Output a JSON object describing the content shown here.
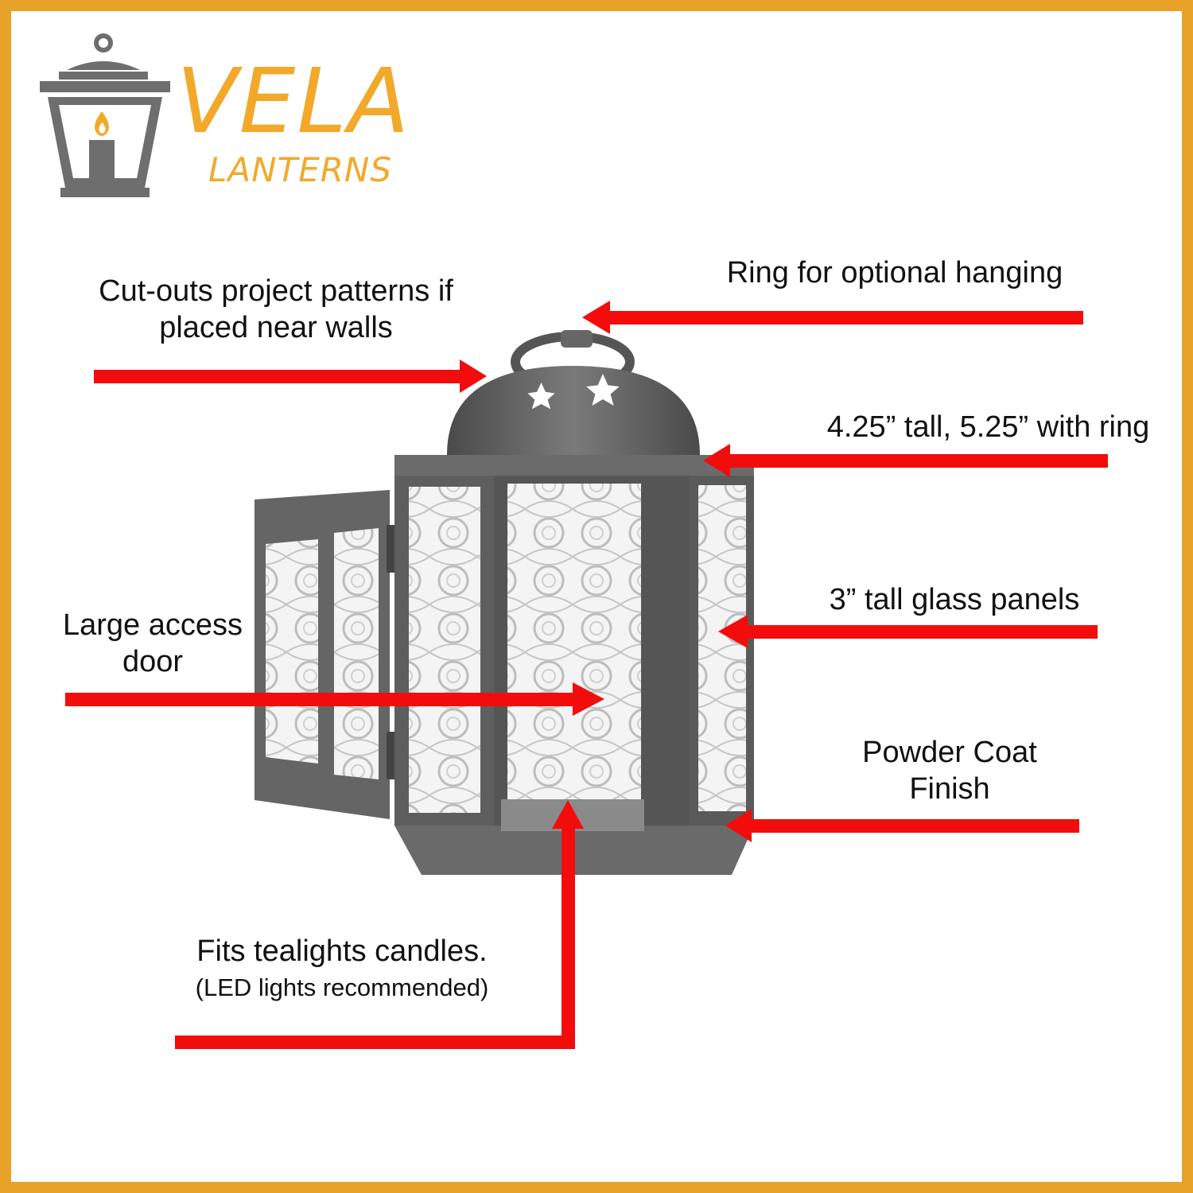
{
  "brand": {
    "name": "VELA",
    "tagline": "LANTERNS",
    "accent_color": "#f2a92b",
    "logo_gray": "#6e6e6e"
  },
  "colors": {
    "border": "#e8a229",
    "arrow": "#f20c0c",
    "sketch": "#5a5a5a"
  },
  "callouts": {
    "cutouts": {
      "line1": "Cut-outs project patterns if",
      "line2": "placed near walls"
    },
    "ring": {
      "line1": "Ring for optional hanging"
    },
    "height": {
      "line1": "4.25” tall, 5.25” with ring"
    },
    "door": {
      "line1": "Large access",
      "line2": "door"
    },
    "glass": {
      "line1": "3” tall glass panels"
    },
    "finish": {
      "line1": "Powder Coat",
      "line2": "Finish"
    },
    "candles": {
      "line1": "Fits tealights candles.",
      "line2": "(LED lights recommended)"
    }
  },
  "icons": {
    "logo": "lantern-logo-icon",
    "illustration": "pencil-sketch-lantern"
  }
}
